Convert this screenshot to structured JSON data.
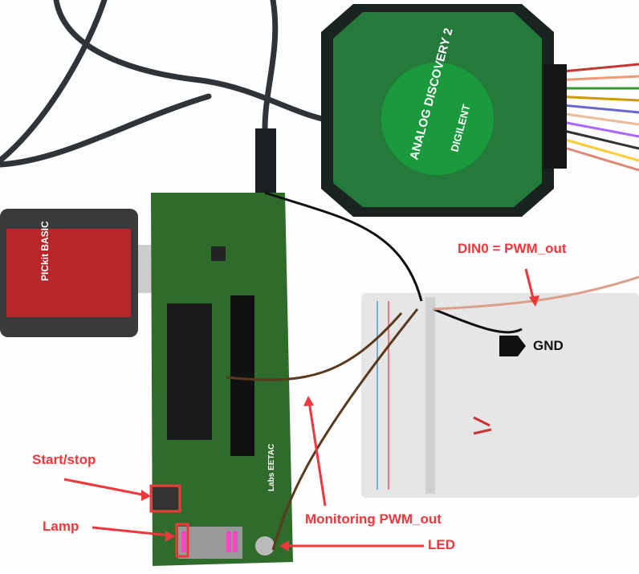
{
  "annotations": {
    "din0": "DIN0 = PWM_out",
    "gnd": "GND",
    "start_stop": "Start/stop",
    "lamp": "Lamp",
    "monitoring": "Monitoring PWM_out",
    "led": "LED"
  },
  "logos": {
    "analog_discovery": "ANALOG DISCOVERY 2",
    "digilent": "DIGILENT",
    "pickit": "PICkit BASIC",
    "board": "Labs EETAC"
  },
  "colors": {
    "annotation": "#f0373c",
    "pcb": "#2f6b2a",
    "analog_discovery": "#1e8a3a"
  }
}
